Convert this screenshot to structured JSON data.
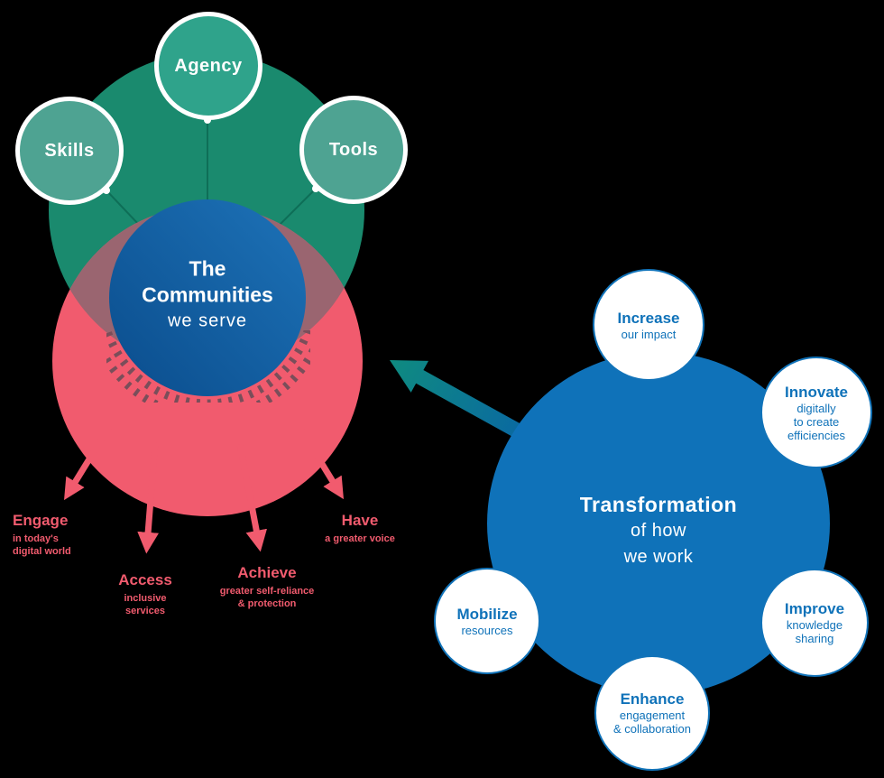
{
  "background": "#000000",
  "left_cluster": {
    "satellites": [
      {
        "label": "Skills"
      },
      {
        "label": "Agency"
      },
      {
        "label": "Tools"
      }
    ],
    "center": {
      "line1": "The",
      "line2": "Communities",
      "line3": "we serve"
    },
    "outcomes": [
      {
        "title": "Engage",
        "lines": [
          "in today's",
          "digital world"
        ]
      },
      {
        "title": "Access",
        "lines": [
          "inclusive",
          "services"
        ]
      },
      {
        "title": "Achieve",
        "lines": [
          "greater self-reliance",
          "& protection"
        ]
      },
      {
        "title": "Have",
        "lines": [
          "a greater voice"
        ]
      }
    ],
    "colors": {
      "teal_circle": "#1A8A6E",
      "satellite_agency": "#2FA38B",
      "satellite_light": "#4EA392",
      "pink_circle": "#F15B6E",
      "overlap": "#9A6570",
      "center_blue_dark": "#0B4E8E",
      "center_blue_light": "#1C70B5"
    }
  },
  "right_cluster": {
    "center": {
      "line1": "Transformation",
      "line2": "of how",
      "line3": "we work"
    },
    "satellites": [
      {
        "title": "Increase",
        "lines": [
          "our impact"
        ]
      },
      {
        "title": "Innovate",
        "lines": [
          "digitally",
          "to create",
          "efficiencies"
        ]
      },
      {
        "title": "Improve",
        "lines": [
          "knowledge",
          "sharing"
        ]
      },
      {
        "title": "Enhance",
        "lines": [
          "engagement",
          "& collaboration"
        ]
      },
      {
        "title": "Mobilize",
        "lines": [
          "resources"
        ]
      }
    ],
    "colors": {
      "blue_circle": "#0F72B9",
      "text_blue": "#0F72B9"
    }
  },
  "connector_arrow": {
    "color_tail": "#0A69A1",
    "color_head": "#0F8B80"
  }
}
